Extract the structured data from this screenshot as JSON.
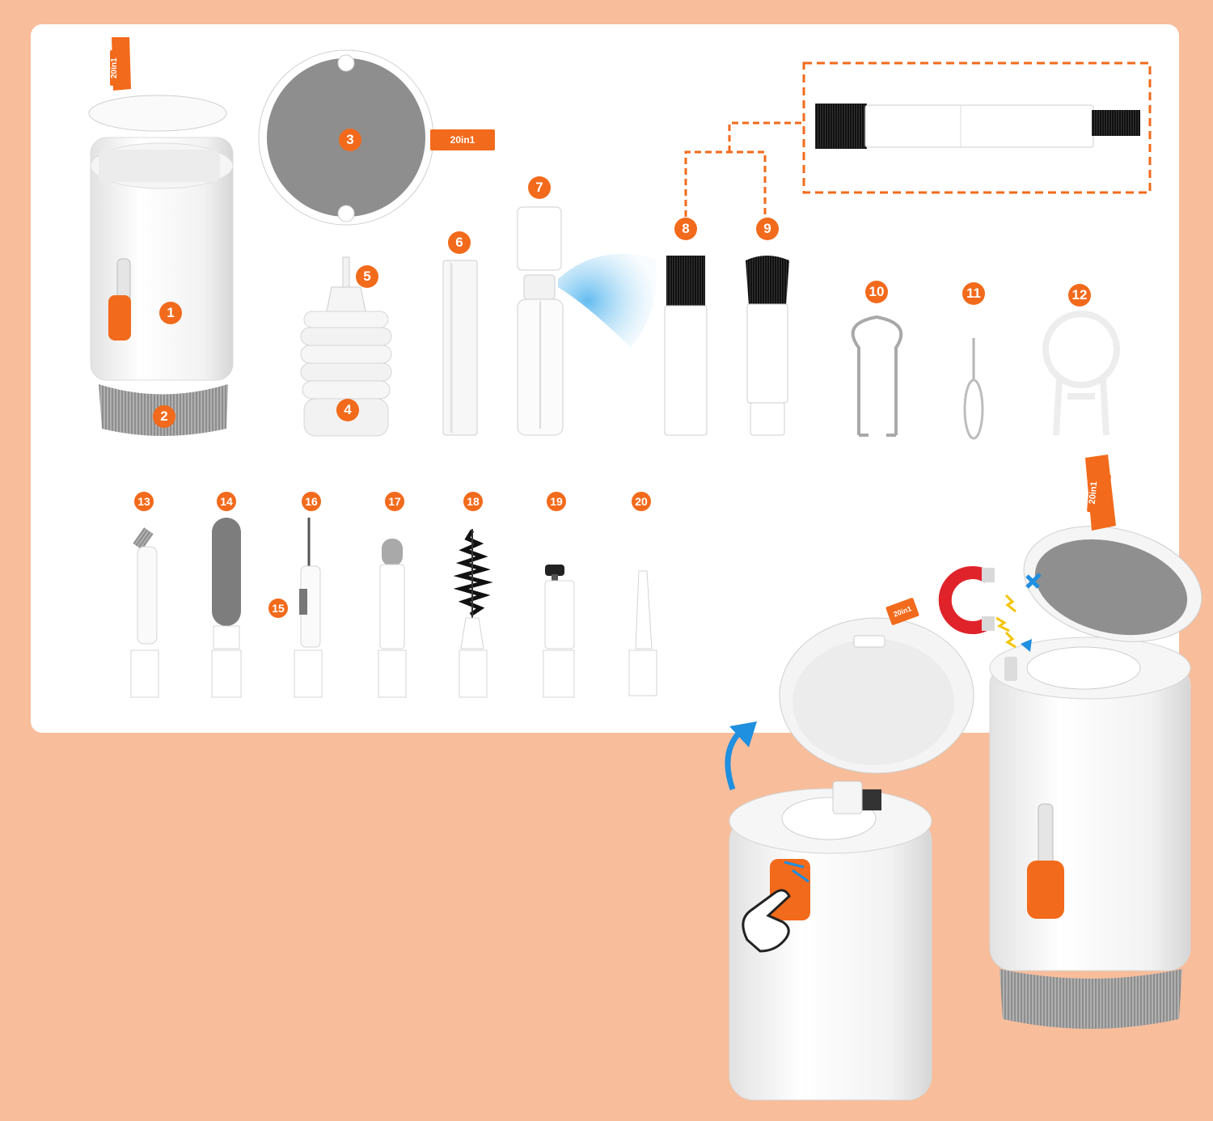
{
  "brand_tag": "20in1",
  "colors": {
    "accent": "#f26a1b",
    "background": "#f8bd9b",
    "mist": "#6ec3ef"
  },
  "item_numbers": [
    "1",
    "2",
    "3",
    "4",
    "5",
    "6",
    "7",
    "8",
    "9",
    "10",
    "11",
    "12",
    "13",
    "14",
    "15",
    "16",
    "17",
    "18",
    "19",
    "20"
  ],
  "icons": [
    "magnet-icon",
    "lightning-icon",
    "curved-arrow-icon",
    "finger-press-icon"
  ]
}
